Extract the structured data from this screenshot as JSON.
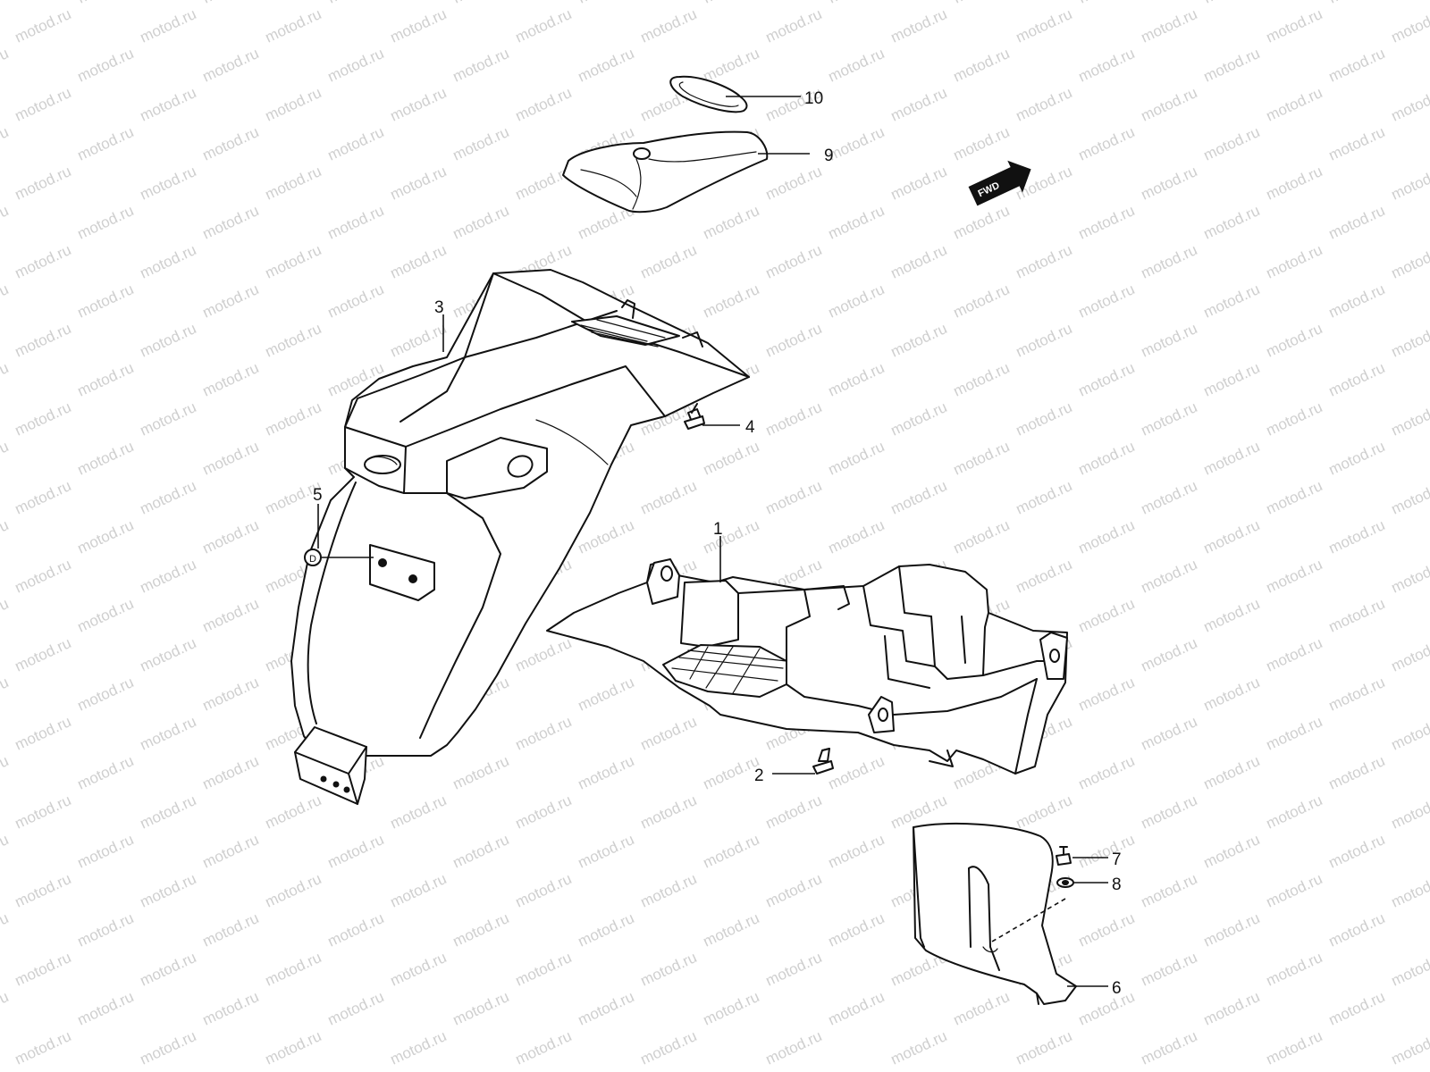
{
  "watermark": {
    "text": "motod.ru",
    "color": "#cfcfcf"
  },
  "direction_indicator": {
    "label": "FWD",
    "icon": "forward-arrow-icon"
  },
  "callouts": [
    {
      "id": "1",
      "label": "1"
    },
    {
      "id": "2",
      "label": "2"
    },
    {
      "id": "3",
      "label": "3"
    },
    {
      "id": "4",
      "label": "4"
    },
    {
      "id": "5",
      "label": "5"
    },
    {
      "id": "6",
      "label": "6"
    },
    {
      "id": "7",
      "label": "7"
    },
    {
      "id": "8",
      "label": "8"
    },
    {
      "id": "9",
      "label": "9"
    },
    {
      "id": "10",
      "label": "10"
    }
  ]
}
